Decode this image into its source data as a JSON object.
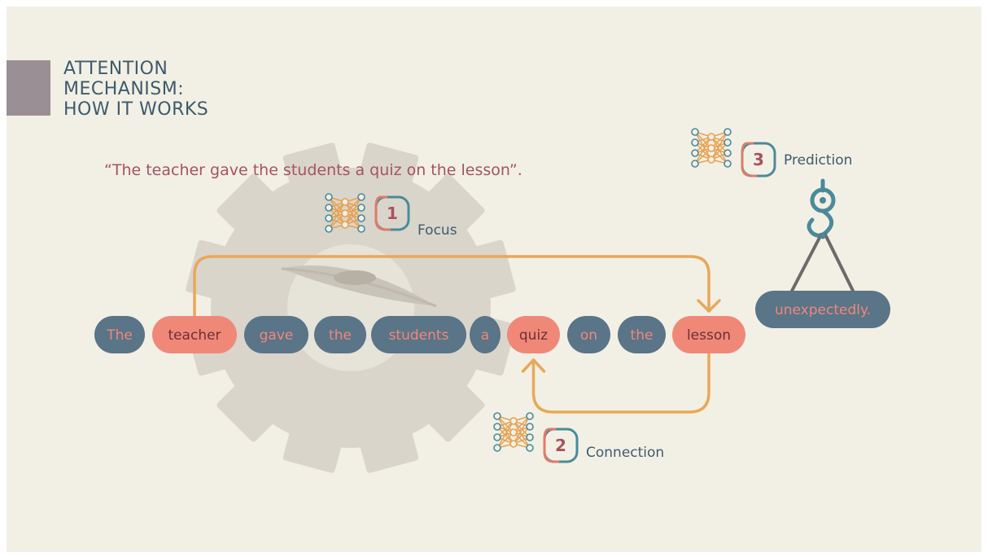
{
  "slide": {
    "title_lines": [
      "ATTENTION",
      "MECHANISM:",
      "HOW IT WORKS"
    ],
    "sentence": "“The teacher gave the students a quiz on the lesson”."
  },
  "tokens": [
    {
      "text": "The",
      "highlight": false
    },
    {
      "text": "teacher",
      "highlight": true
    },
    {
      "text": "gave",
      "highlight": false
    },
    {
      "text": "the",
      "highlight": false
    },
    {
      "text": "students",
      "highlight": false
    },
    {
      "text": "a",
      "highlight": false
    },
    {
      "text": "quiz",
      "highlight": true
    },
    {
      "text": "on",
      "highlight": false
    },
    {
      "text": "the",
      "highlight": false
    },
    {
      "text": "lesson",
      "highlight": true
    }
  ],
  "steps": [
    {
      "number": "1",
      "label": "Focus"
    },
    {
      "number": "2",
      "label": "Connection"
    },
    {
      "number": "3",
      "label": "Prediction"
    }
  ],
  "prediction": {
    "word": "unexpectedly."
  },
  "colors": {
    "background": "#f2f0e5",
    "token_dark": "#5a7488",
    "token_highlight": "#f08878",
    "token_text": "#f08878",
    "arrow": "#e8a85a",
    "title": "#3f5a6e",
    "sentence": "#a8525e",
    "gear": "#d9d5cb",
    "accent": "#9a8f95",
    "network_orange": "#e8a050",
    "network_teal": "#4a8a9a"
  },
  "icons": {
    "background": "gear-icon",
    "eye": "eye-icon",
    "network": "neural-network-icon",
    "hook": "crane-hook-icon"
  }
}
